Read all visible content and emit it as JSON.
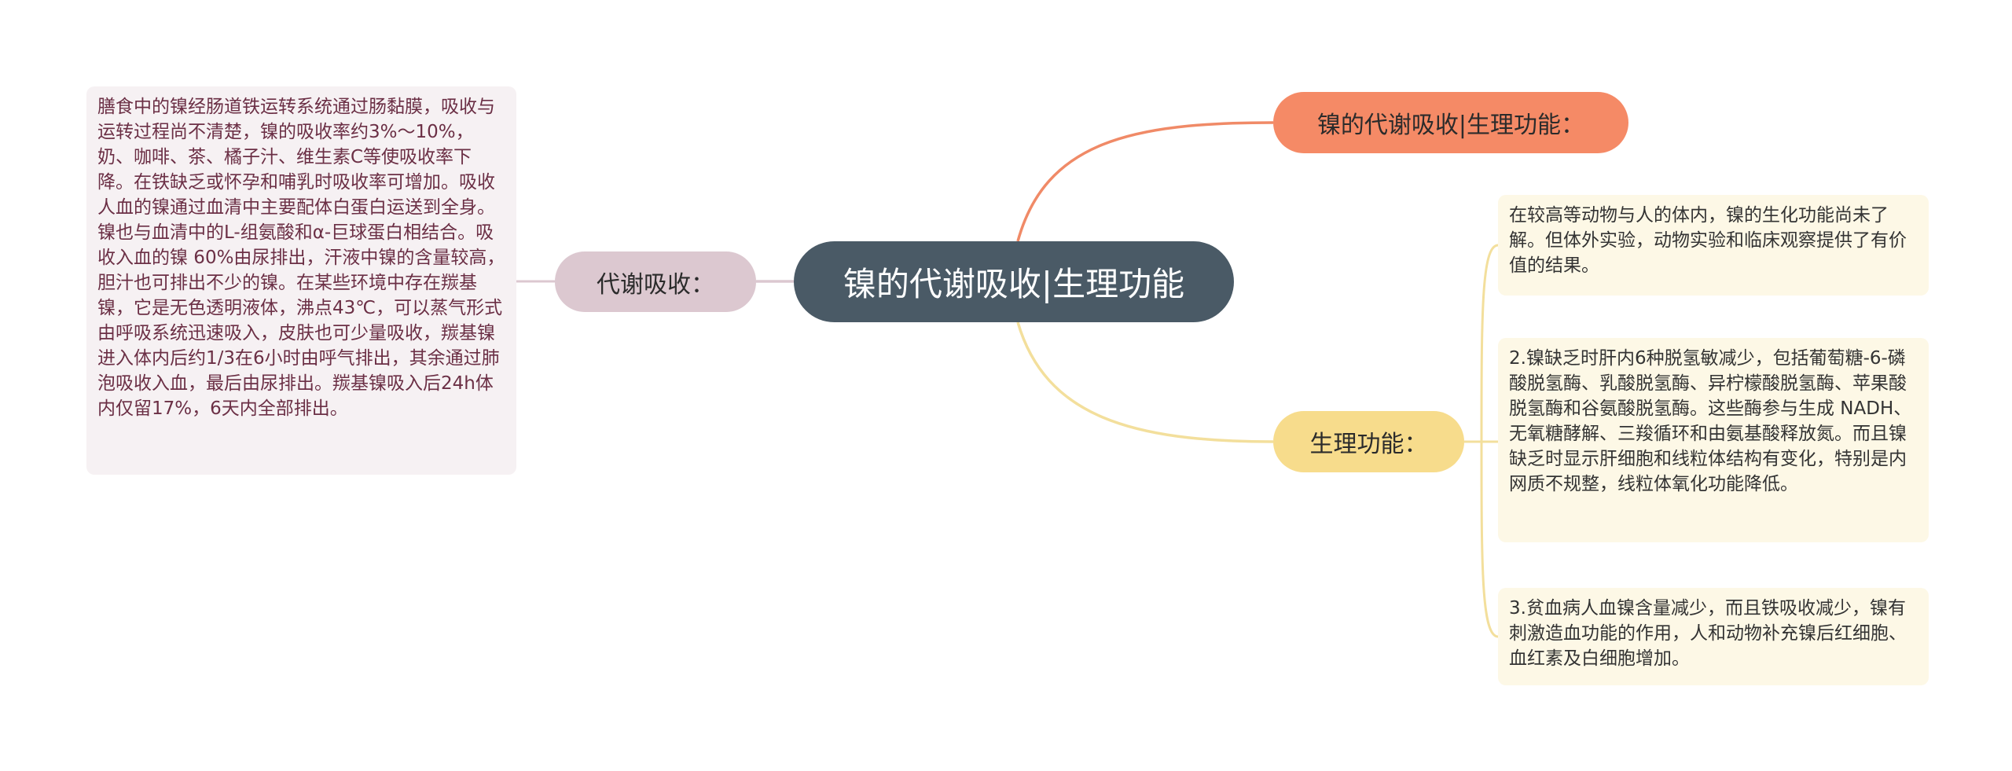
{
  "mindmap": {
    "root": {
      "label": "镍的代谢吸收|生理功能"
    },
    "branch_top": {
      "label": "镍的代谢吸收|生理功能："
    },
    "branch_right": {
      "label": "生理功能："
    },
    "branch_left": {
      "label": "代谢吸收："
    },
    "left_note": "膳食中的镍经肠道铁运转系统通过肠黏膜，吸收与运转过程尚不清楚，镍的吸收率约3%～10%，奶、咖啡、茶、橘子汁、维生素C等使吸收率下降。在铁缺乏或怀孕和哺乳时吸收率可增加。吸收人血的镍通过血清中主要配体白蛋白运送到全身。镍也与血清中的L-组氨酸和α-巨球蛋白相结合。吸收入血的镍 60%由尿排出，汗液中镍的含量较高，胆汁也可排出不少的镍。在某些环境中存在羰基镍，它是无色透明液体，沸点43℃，可以蒸气形式由呼吸系统迅速吸入，皮肤也可少量吸收，羰基镍进入体内后约1/3在6小时由呼气排出，其余通过肺泡吸收入血，最后由尿排出。羰基镍吸入后24h体内仅留17%，6天内全部排出。",
    "right_notes": [
      "在较高等动物与人的体内，镍的生化功能尚未了解。但体外实验，动物实验和临床观察提供了有价值的结果。",
      "2.镍缺乏时肝内6种脱氢敏减少，包括葡萄糖-6-磷酸脱氢酶、乳酸脱氢酶、异柠檬酸脱氢酶、苹果酸脱氢酶和谷氨酸脱氢酶。这些酶参与生成 NADH、无氧糖酵解、三羧循环和由氨基酸释放氮。而且镍缺乏时显示肝细胞和线粒体结构有变化，特别是内网质不规整，线粒体氧化功能降低。",
      "3.贫血病人血镍含量减少，而且铁吸收减少，镍有刺激造血功能的作用，人和动物补充镍后红细胞、血红素及白细胞增加。"
    ],
    "colors": {
      "root": "#4a5a66",
      "orange": "#f58a66",
      "yellow": "#f7dc8c",
      "mauve": "#dcc8d0",
      "left_text": "#6b2f45"
    }
  }
}
